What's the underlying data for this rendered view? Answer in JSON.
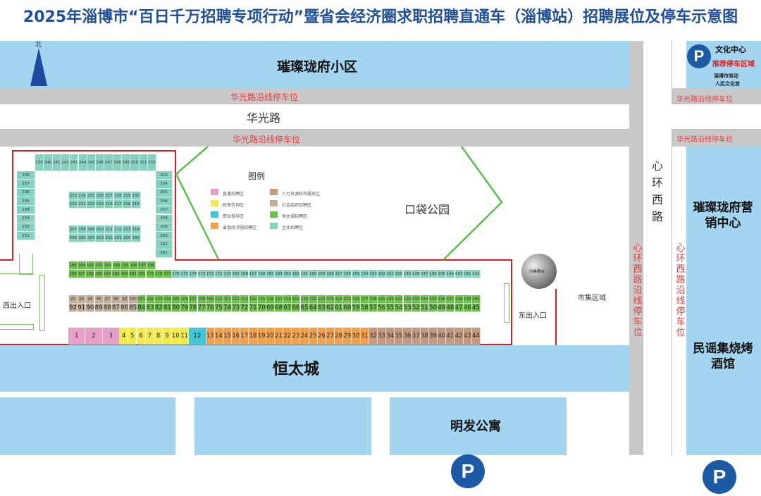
{
  "title": "2025年淄博市“百日千万招聘专项行动”暨省会经济圈求职招聘直通车（淄博站）招聘展位及停车示意图",
  "north": "北",
  "labels": {
    "residential": "璀璨珑府小区",
    "road_parking_top": "华光路沿线停车位",
    "road_name": "华光路",
    "road_parking_bottom": "华光路沿线停车位",
    "culture_center": "文化中心",
    "recommended_parking": "推荐停车区域",
    "labor_palace_1": "淄博市劳动",
    "labor_palace_2": "人民文化宫",
    "right_parking_top": "华光路沿线停车位",
    "right_parking_bottom": "华光路沿线停车位",
    "xinhuan_west_road": "心环西路",
    "xinhuan_parking_left": "心环西路沿线停车位",
    "xinhuan_parking_right": "心环西路沿线停车位",
    "marketing_center": "璀璨珑府营销中心",
    "bbq": "民谣集烧烤酒馆",
    "hengtai": "恒太城",
    "mingfa": "明发公寓",
    "pocket_park": "口袋公园",
    "legend_title": "图例",
    "west_entrance": "西出入口",
    "east_entrance": "东出入口",
    "market_area": "市集区域",
    "market_stage": "市集舞台",
    "parking_symbol": "P"
  },
  "legend": [
    {
      "label": "直播招聘区",
      "color": "#e6a0c8"
    },
    {
      "label": "政策咨询区",
      "color": "#f2ea4a"
    },
    {
      "label": "职业指导区",
      "color": "#3fc7d6"
    },
    {
      "label": "省会经济圈招聘区",
      "color": "#f4a04a"
    },
    {
      "label": "人力资源机构服务区",
      "color": "#c39a7f"
    },
    {
      "label": "社会组织招聘区",
      "color": "#c1ad98"
    },
    {
      "label": "恒太城招聘区",
      "color": "#6fc14d"
    },
    {
      "label": "企业招聘区",
      "color": "#86d1bf"
    }
  ],
  "booths": {
    "top_row": [
      "239",
      "240",
      "241",
      "242",
      "243",
      "244",
      "245",
      "246",
      "247",
      "248",
      "249",
      "250",
      "251",
      "252"
    ],
    "left_col": [
      "238",
      "237",
      "236",
      "235",
      "234",
      "233",
      "232",
      "231"
    ],
    "right_col": [
      "253",
      "254",
      "255",
      "256",
      "257",
      "258",
      "259",
      "260",
      "261",
      "262"
    ],
    "inner_a1": [
      "223",
      "224",
      "225",
      "226",
      "227",
      "228",
      "229",
      "230"
    ],
    "inner_a2": [
      "222",
      "221",
      "220",
      "219",
      "218",
      "217",
      "216",
      "215"
    ],
    "inner_b1": [
      "207",
      "208",
      "209",
      "210",
      "211",
      "212",
      "213",
      "214"
    ],
    "inner_b2": [
      "206",
      "205",
      "204",
      "203",
      "202",
      "201",
      "200",
      "199"
    ],
    "row_a1": [
      "189",
      "190",
      "191",
      "192",
      "193",
      "194",
      "195",
      "196",
      "197",
      "198"
    ],
    "row_a2": [
      "188",
      "187",
      "186",
      "185",
      "184",
      "183",
      "182",
      "181",
      "180",
      "179",
      "178",
      "177",
      "176",
      "175",
      "174",
      "173",
      "172",
      "171",
      "170",
      "169",
      "168",
      "167",
      "166",
      "165",
      "164",
      "163",
      "162",
      "161",
      "160",
      "159",
      "158",
      "157",
      "156",
      "155",
      "154",
      "153",
      "152",
      "151",
      "150",
      "149",
      "148",
      "147",
      "146",
      "145",
      "144",
      "143",
      "142",
      "141"
    ],
    "row_b1": [
      "93",
      "94",
      "95",
      "96",
      "97",
      "98",
      "99",
      "100",
      "101",
      "102",
      "103",
      "104",
      "105",
      "106",
      "107",
      "108",
      "109",
      "110",
      "111",
      "112",
      "113",
      "114",
      "115",
      "116",
      "117",
      "118",
      "119",
      "120",
      "121",
      "122",
      "123",
      "124",
      "125",
      "126",
      "127",
      "128",
      "129",
      "130",
      "131",
      "132",
      "133",
      "134",
      "135",
      "136",
      "137",
      "138",
      "139",
      "140"
    ],
    "row_b2": [
      "92",
      "91",
      "90",
      "89",
      "88",
      "87",
      "86",
      "85",
      "84",
      "83",
      "82",
      "81",
      "80",
      "79",
      "78",
      "77",
      "76",
      "75",
      "74",
      "73",
      "72",
      "71",
      "70",
      "69",
      "68",
      "67",
      "66",
      "65",
      "64",
      "63",
      "62",
      "61",
      "60",
      "59",
      "58",
      "57",
      "56",
      "55",
      "54",
      "53",
      "52",
      "51",
      "50",
      "49",
      "48",
      "47",
      "46",
      "45"
    ],
    "bottom_row": [
      {
        "n": "1",
        "c": "#e6a0c8"
      },
      {
        "n": "2",
        "c": "#e6a0c8"
      },
      {
        "n": "3",
        "c": "#e6a0c8"
      },
      {
        "n": "4",
        "c": "#f2ea4a"
      },
      {
        "n": "5",
        "c": "#f2ea4a"
      },
      {
        "n": "6",
        "c": "#f2ea4a"
      },
      {
        "n": "7",
        "c": "#f2ea4a"
      },
      {
        "n": "8",
        "c": "#f2ea4a"
      },
      {
        "n": "9",
        "c": "#f2ea4a"
      },
      {
        "n": "10",
        "c": "#f2ea4a"
      },
      {
        "n": "11",
        "c": "#f2ea4a"
      },
      {
        "n": "12",
        "c": "#3fc7d6"
      },
      {
        "n": "13",
        "c": "#f4a04a"
      },
      {
        "n": "14",
        "c": "#f4a04a"
      },
      {
        "n": "15",
        "c": "#f4a04a"
      },
      {
        "n": "16",
        "c": "#f4a04a"
      },
      {
        "n": "17",
        "c": "#f4a04a"
      },
      {
        "n": "18",
        "c": "#f4a04a"
      },
      {
        "n": "19",
        "c": "#f4a04a"
      },
      {
        "n": "20",
        "c": "#f4a04a"
      },
      {
        "n": "21",
        "c": "#f4a04a"
      },
      {
        "n": "22",
        "c": "#f4a04a"
      },
      {
        "n": "23",
        "c": "#f4a04a"
      },
      {
        "n": "24",
        "c": "#f4a04a"
      },
      {
        "n": "25",
        "c": "#f4a04a"
      },
      {
        "n": "26",
        "c": "#f4a04a"
      },
      {
        "n": "27",
        "c": "#f4a04a"
      },
      {
        "n": "28",
        "c": "#f4a04a"
      },
      {
        "n": "29",
        "c": "#f4a04a"
      },
      {
        "n": "30",
        "c": "#f4a04a"
      },
      {
        "n": "31",
        "c": "#f4a04a"
      },
      {
        "n": "32",
        "c": "#c39a7f"
      },
      {
        "n": "33",
        "c": "#c39a7f"
      },
      {
        "n": "34",
        "c": "#c39a7f"
      },
      {
        "n": "35",
        "c": "#c39a7f"
      },
      {
        "n": "36",
        "c": "#c39a7f"
      },
      {
        "n": "37",
        "c": "#c39a7f"
      },
      {
        "n": "38",
        "c": "#c39a7f"
      },
      {
        "n": "39",
        "c": "#c39a7f"
      },
      {
        "n": "40",
        "c": "#c39a7f"
      },
      {
        "n": "41",
        "c": "#c39a7f"
      },
      {
        "n": "42",
        "c": "#c39a7f"
      },
      {
        "n": "43",
        "c": "#c39a7f"
      },
      {
        "n": "44",
        "c": "#c39a7f"
      }
    ]
  },
  "zone_colors": {
    "enterprise": "#86d1bf",
    "hengtai": "#6fc14d",
    "social": "#c1ad98",
    "bottom_default": "#f4a04a"
  }
}
